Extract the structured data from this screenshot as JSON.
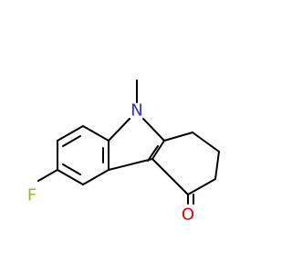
{
  "molecule": {
    "atoms": {
      "nitrogen": "N",
      "fluorine": "F",
      "oxygen": "O"
    },
    "colors": {
      "bond": "#000000",
      "nitrogen": "#2f2fd8",
      "fluorine": "#8cbc2c",
      "oxygen": "#e00000",
      "background": "#ffffff"
    }
  }
}
